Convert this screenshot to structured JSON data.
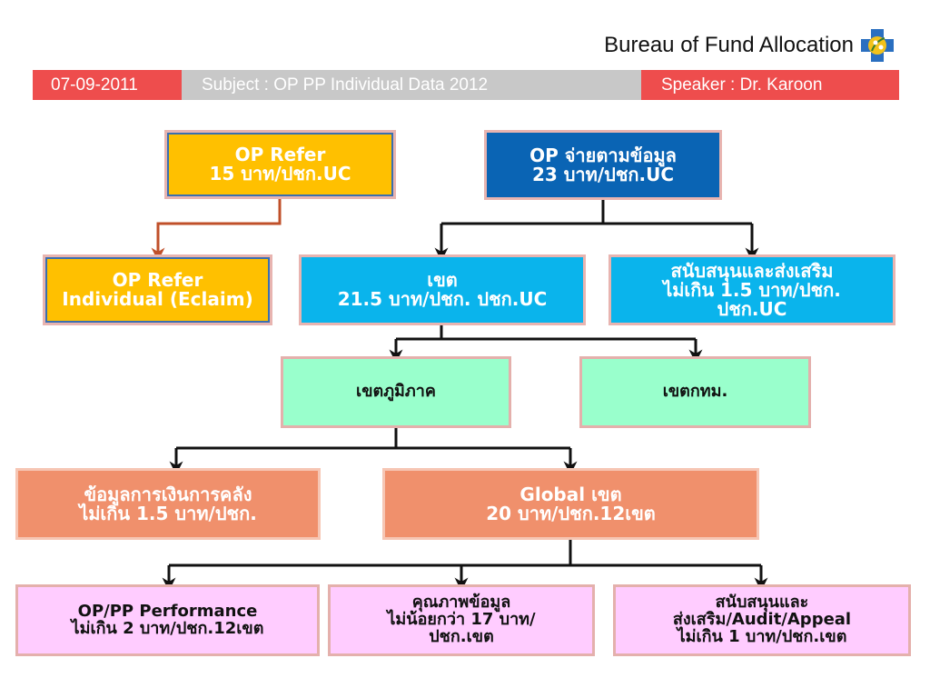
{
  "brand": {
    "title": "Bureau of Fund Allocation",
    "logo_icon": "bureau-logo-icon"
  },
  "header": {
    "date": "07-09-2011",
    "subject": "Subject : OP PP Individual Data  2012",
    "speaker": "Speaker : Dr. Karoon"
  },
  "nodes": {
    "op_refer": "OP Refer\n15 บาท/ปชก.UC",
    "op_data": "OP จ่ายตามข้อมูล\n23 บาท/ปชก.UC",
    "op_refer_individual": "OP Refer\nIndividual (Eclaim)",
    "zone": "เขต\n21.5 บาท/ปชก. ปชก.UC",
    "support_promote": "สนับสนุนและส่งเสริม\nไม่เกิน 1.5 บาท/ปชก.\nปชก.UC",
    "regional_zone": "เขตภูมิภาค",
    "bangkok_zone": "เขตกทม.",
    "treasury_data": "ข้อมูลการเงินการคลัง\nไม่เกิน 1.5 บาท/ปชก.",
    "global_zone": "Global เขต\n20 บาท/ปชก.12เขต",
    "op_pp_performance": "OP/PP Performance\nไม่เกิน 2 บาท/ปชก.12เขต",
    "data_quality": "คุณภาพข้อมูล\nไม่น้อยกว่า 17 บาท/\nปชก.เขต",
    "support_audit_appeal": "สนับสนุนและ\nส่งเสริม/Audit/Appeal\nไม่เกิน 1 บาท/ปชก.เขต"
  },
  "colors": {
    "date_bar": "#ee4d4d",
    "subject_bar": "#c8c8c8",
    "connector_black": "#111111",
    "connector_orange": "#c0502a"
  }
}
